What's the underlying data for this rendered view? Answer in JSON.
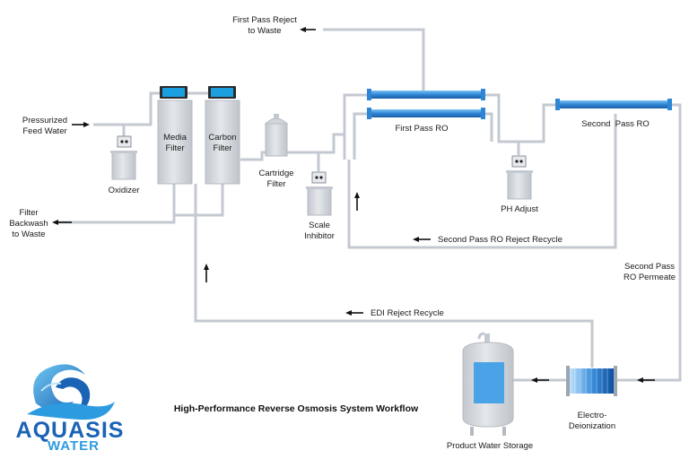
{
  "labels": {
    "first_pass_reject_1": "First Pass Reject",
    "first_pass_reject_2": "to Waste",
    "pressurized_1": "Pressurized",
    "pressurized_2": "Feed Water",
    "media_1": "Media",
    "media_2": "Filter",
    "carbon_1": "Carbon",
    "carbon_2": "Filter",
    "cartridge_1": "Cartridge",
    "cartridge_2": "Filter",
    "oxidizer": "Oxidizer",
    "scale_1": "Scale",
    "scale_2": "Inhibitor",
    "backwash_1": "Filter",
    "backwash_2": "Backwash",
    "backwash_3": "to Waste",
    "first_pass_ro": "First Pass RO",
    "second_pass_ro": "Second  Pass RO",
    "ph_adjust": "PH Adjust",
    "second_pass_recycle": "Second Pass RO Reject Recycle",
    "second_pass_permeate_1": "Second Pass",
    "second_pass_permeate_2": "RO Permeate",
    "edi_reject_recycle": "EDI Reject Recycle",
    "edi_1": "Electro-",
    "edi_2": "Deionization",
    "product_storage": "Product Water Storage"
  },
  "title": "High-Performance Reverse Osmosis System Workflow",
  "logo": {
    "line1": "AQUASIS",
    "line2": "WATER"
  },
  "colors": {
    "pipe": "#c4c9d1",
    "tank": "#d2d6dc",
    "tank_edge": "#b5bac2",
    "ro_blue": "#2f86d4",
    "water_blue": "#4aa3e6",
    "screen": "#1c9fe0",
    "logo_dark": "#1b63b4",
    "logo_light": "#2d9be0"
  }
}
